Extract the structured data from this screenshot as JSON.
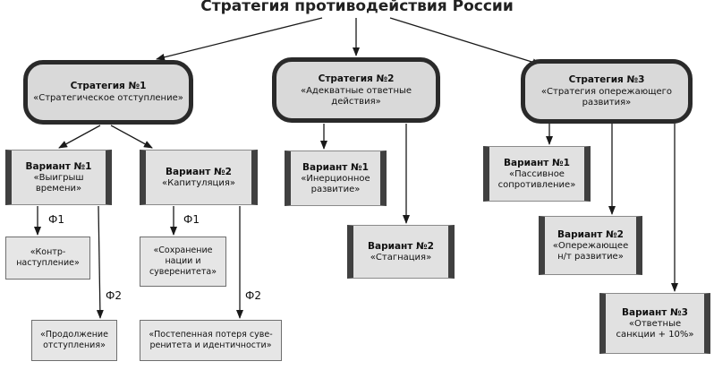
{
  "title": "Стратегия противодействия России",
  "strategies": [
    {
      "name": "Стратегия №1",
      "desc": "«Стратегическое отступление»"
    },
    {
      "name": "Стратегия №2",
      "desc": "«Адекватные ответные\nдействия»"
    },
    {
      "name": "Стратегия №3",
      "desc": "«Стратегия опережающего\nразвития»"
    }
  ],
  "variants": {
    "s1v1": {
      "name": "Вариант №1",
      "desc": "«Выигрыш\nвремени»"
    },
    "s1v2": {
      "name": "Вариант №2",
      "desc": "«Капитуляция»"
    },
    "s2v1": {
      "name": "Вариант №1",
      "desc": "«Инерционное\nразвитие»"
    },
    "s2v2": {
      "name": "Вариант №2",
      "desc": "«Стагнация»"
    },
    "s3v1": {
      "name": "Вариант №1",
      "desc": "«Пассивное\nсопротивление»"
    },
    "s3v2": {
      "name": "Вариант №2",
      "desc": "«Опережающее\nн/т развитие»"
    },
    "s3v3": {
      "name": "Вариант №3",
      "desc": "«Ответные\nсанкции + 10%»"
    }
  },
  "outcomes": {
    "s1v1_f1": "«Контр-\nнаступление»",
    "s1v1_f2": "«Продолжение\nотступления»",
    "s1v2_f1": "«Сохранение\nнации и\nсуверенитета»",
    "s1v2_f2": "«Постепенная потеря суве-\nренитета и идентичности»"
  },
  "phase_labels": {
    "s1v1_f1": "Ф1",
    "s1v1_f2": "Ф2",
    "s1v2_f1": "Ф1",
    "s1v2_f2": "Ф2"
  }
}
